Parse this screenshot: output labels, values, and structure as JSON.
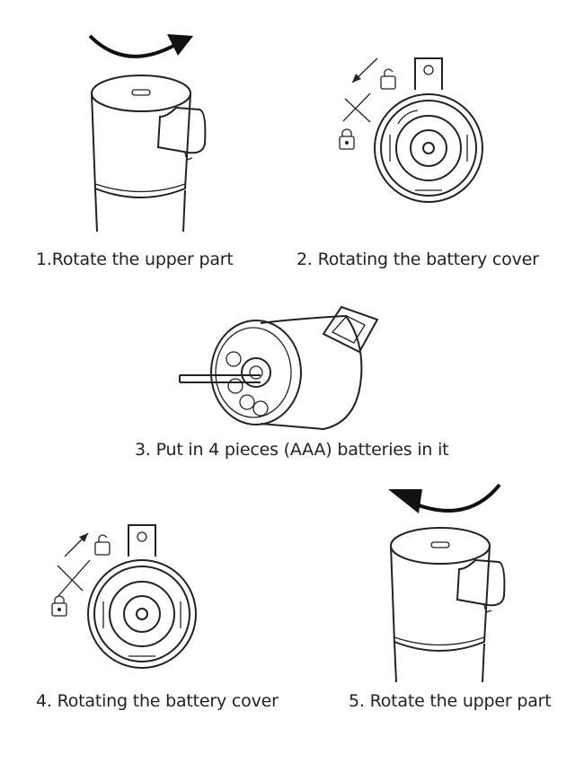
{
  "steps": [
    {
      "number": "1",
      "caption": "1.Rotate the upper part"
    },
    {
      "number": "2",
      "caption": "2. Rotating the battery cover"
    },
    {
      "number": "3",
      "caption": "3. Put in 4 pieces (AAA) batteries in it"
    },
    {
      "number": "4",
      "caption": "4. Rotating the battery cover"
    },
    {
      "number": "5",
      "caption": "5. Rotate the upper part"
    }
  ],
  "icons": {
    "rotate_arrow": "curved-arrow-icon",
    "lock": "lock-icon",
    "unlock": "unlock-icon"
  }
}
